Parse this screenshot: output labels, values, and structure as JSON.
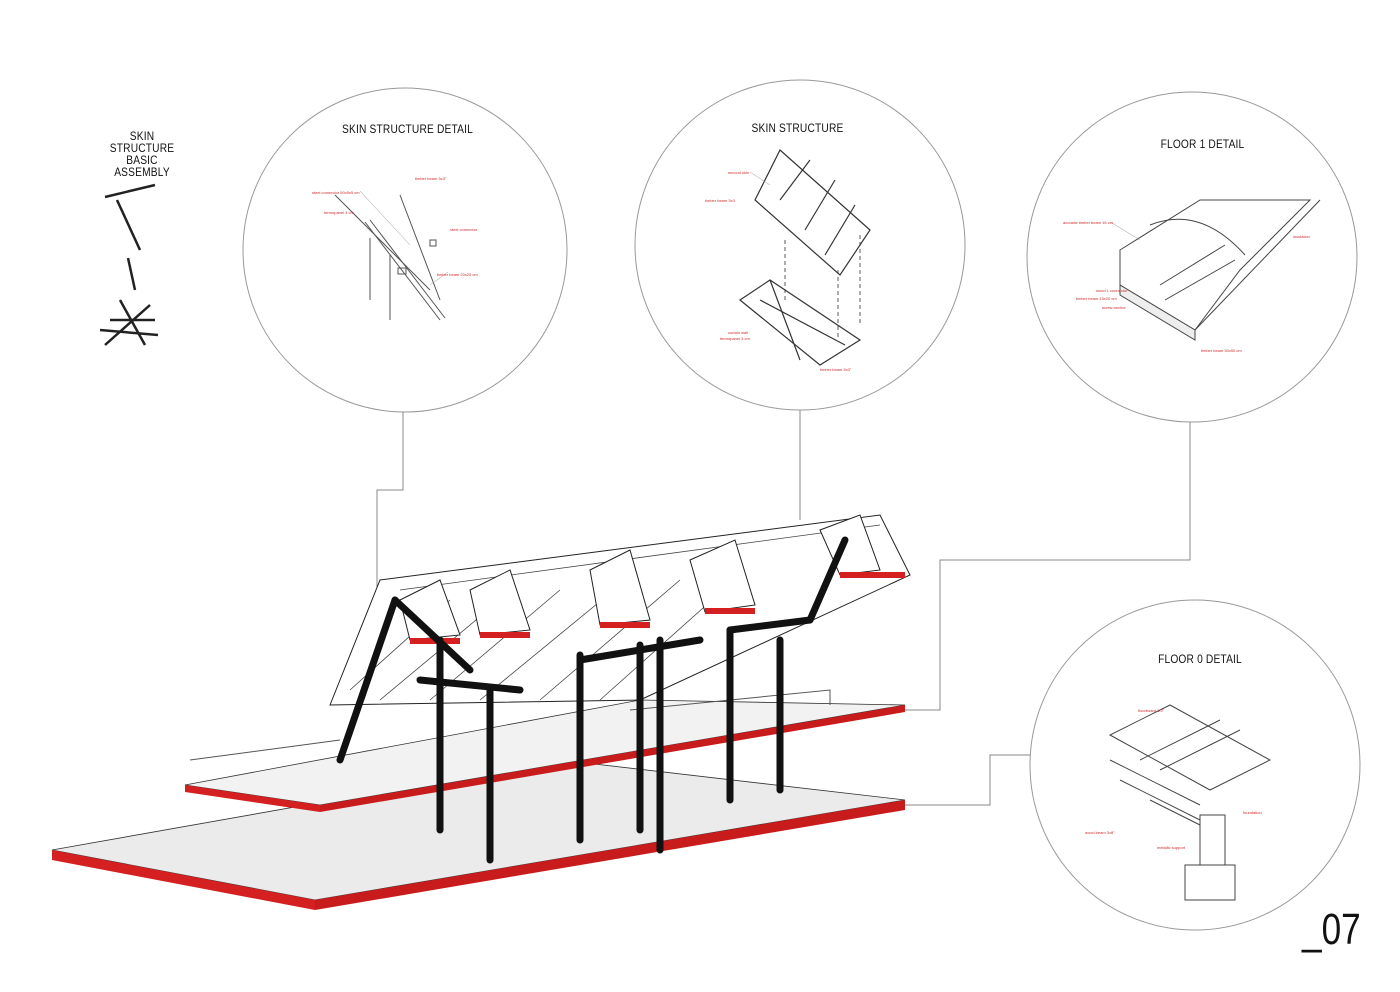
{
  "titles": {
    "basic_assembly": "SKIN STRUCTURE\nBASIC ASSEMBLY",
    "skin_detail": "SKIN STRUCTURE DETAIL",
    "skin_structure": "SKIN STRUCTURE",
    "floor1": "FLOOR 1 DETAIL",
    "floor0": "FLOOR 0 DETAIL"
  },
  "labels": {
    "skin_detail": [
      "timber beam 3x3\"",
      "steel connector 50x5x5 cm",
      "termopanel 3 cm",
      "steel connector",
      "timber beam 20x20 cm"
    ],
    "skin_structure": [
      "second skin",
      "timber beam 3x3",
      "curtain wall",
      "termopanel 3 cm",
      "timber beam 3x3\""
    ],
    "floor1": [
      "acoustic timber beam 16 cm",
      "wood L connector",
      "timber beam 15x20 cm",
      "screw anchor",
      "insulation",
      "timber beam 30x50 cm"
    ],
    "floor0": [
      "floorboard 1/2\"",
      "wood beam 3x8\"",
      "metallic support",
      "foundation"
    ]
  },
  "page_number": "_07",
  "colors": {
    "accent": "#d42020",
    "ink": "#111111"
  }
}
